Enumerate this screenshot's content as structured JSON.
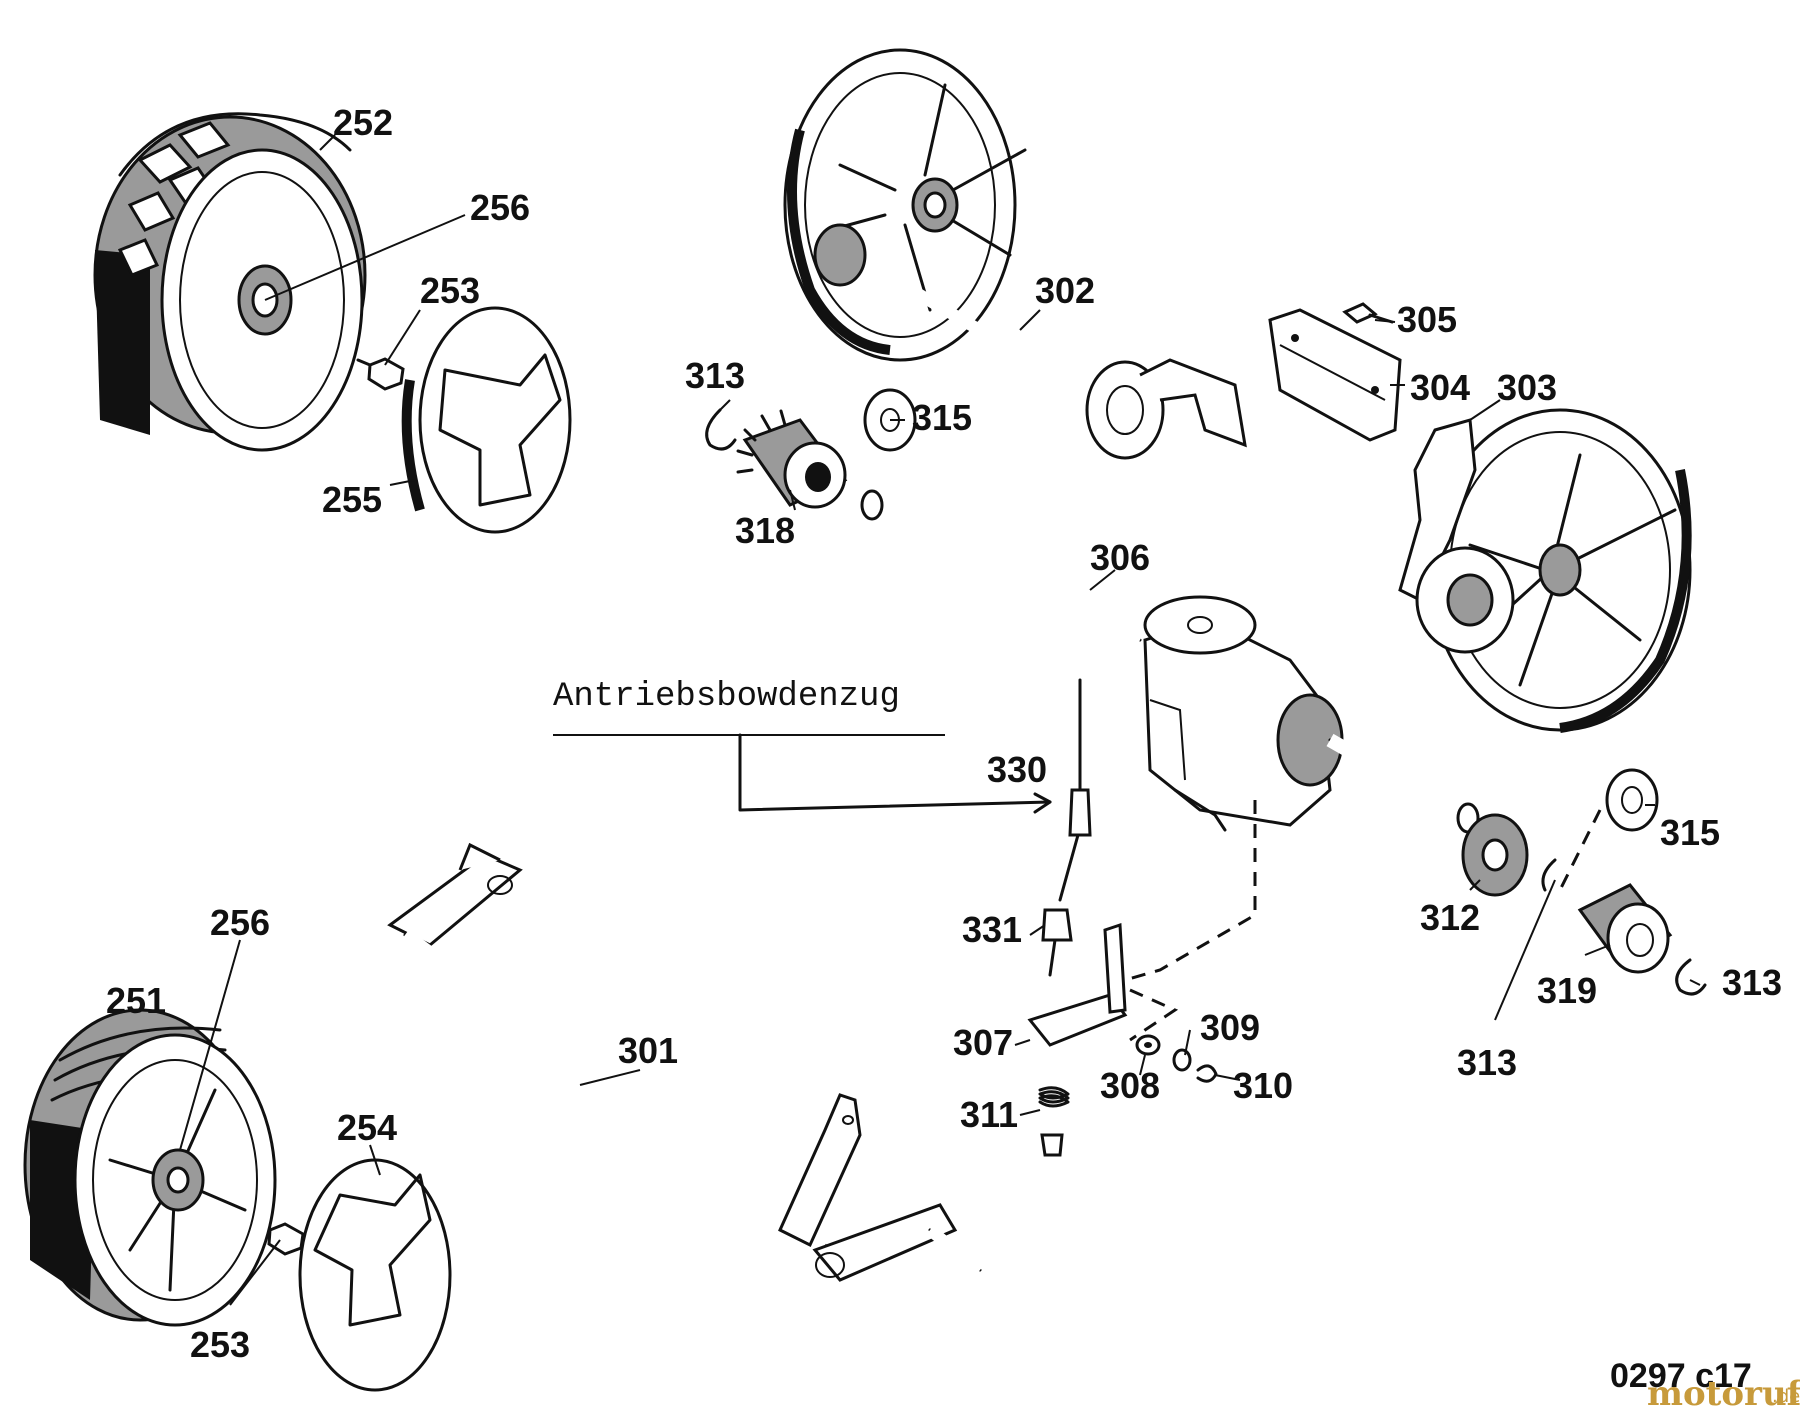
{
  "diagram": {
    "callout_text": "Antriebsbowdenzug",
    "drawing_code": "0297 c17",
    "watermark": {
      "brand": "motoruf",
      "suffix": ".de"
    },
    "part_labels": {
      "p252": "252",
      "p256a": "256",
      "p253a": "253",
      "p255": "255",
      "p302": "302",
      "p305": "305",
      "p304": "304",
      "p303": "303",
      "p313a": "313",
      "p315a": "315",
      "p318": "318",
      "p306": "306",
      "p330": "330",
      "p331": "331",
      "p315b": "315",
      "p312": "312",
      "p319": "319",
      "p313b": "313",
      "p313c": "313",
      "p309": "309",
      "p307": "307",
      "p308": "308",
      "p310": "310",
      "p311": "311",
      "p256b": "256",
      "p251": "251",
      "p301": "301",
      "p254": "254",
      "p253b": "253"
    }
  }
}
